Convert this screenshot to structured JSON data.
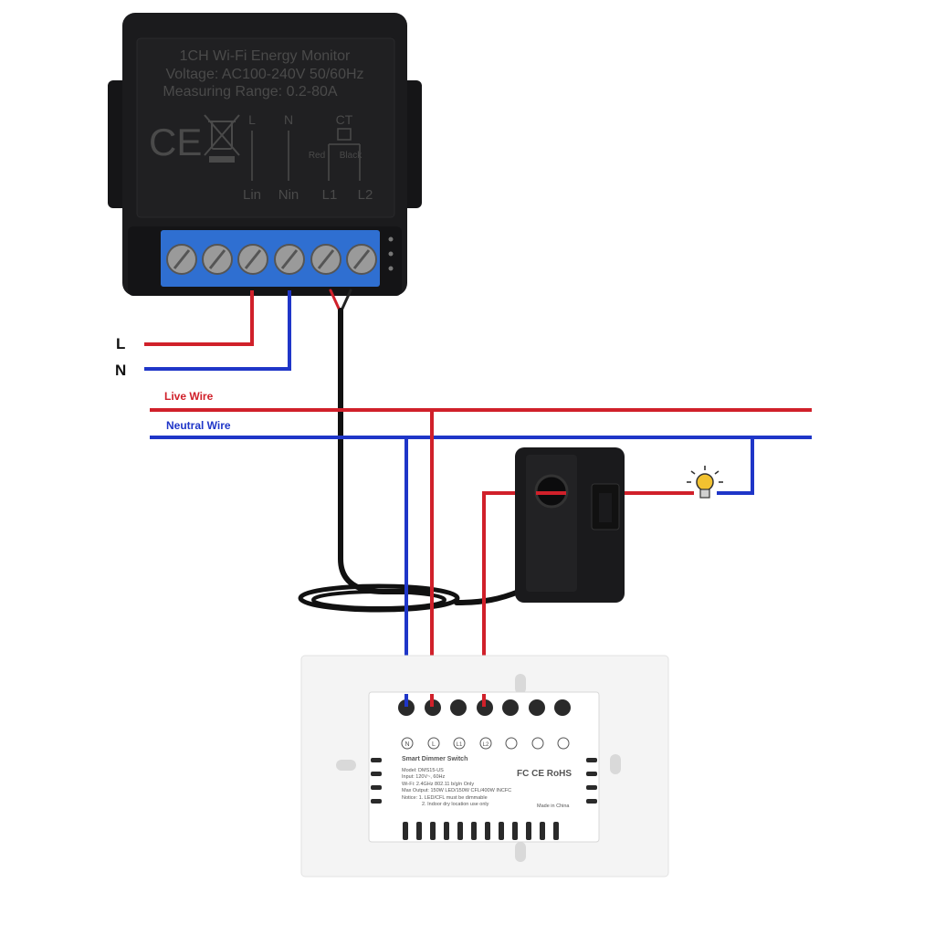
{
  "colors": {
    "live": "#d0202a",
    "neutral": "#1f36c8",
    "module_body": "#1b1b1d",
    "terminal_block": "#2f6fd1",
    "cable": "#111111",
    "switch_plate": "#f4f4f4",
    "bulb": "#f2c230"
  },
  "energy_module": {
    "title": "1CH Wi-Fi Energy Monitor",
    "voltage": "Voltage: AC100-240V 50/60Hz",
    "range": "Measuring Range: 0.2-80A",
    "top_L": "L",
    "top_N": "N",
    "top_CT": "CT",
    "red": "Red",
    "black": "Black",
    "lin": "Lin",
    "nin": "Nin",
    "l1": "L1",
    "l2": "L2",
    "ce_mark": "CE"
  },
  "wires": {
    "L": "L",
    "N": "N",
    "live_wire": "Live Wire",
    "neutral_wire": "Neutral Wire"
  },
  "switch": {
    "terminal_labels": [
      "N",
      "L",
      "L1",
      "L2",
      "",
      "",
      ""
    ],
    "title": "Smart Dimmer Switch",
    "model": "Model: DMS15-US",
    "input": "Input: 120V~, 60Hz",
    "wifi": "Wi-Fi: 2.4GHz 802.11 b/g/n Only",
    "max_output": "Max Output: 150W LED/150W CFL/400W INCFC",
    "notice1": "Notice: 1. LED/CFL must be dimmable",
    "notice2": "2. Indoor dry location use only",
    "made_in": "Made in China",
    "certs": "FC CE RoHS"
  }
}
